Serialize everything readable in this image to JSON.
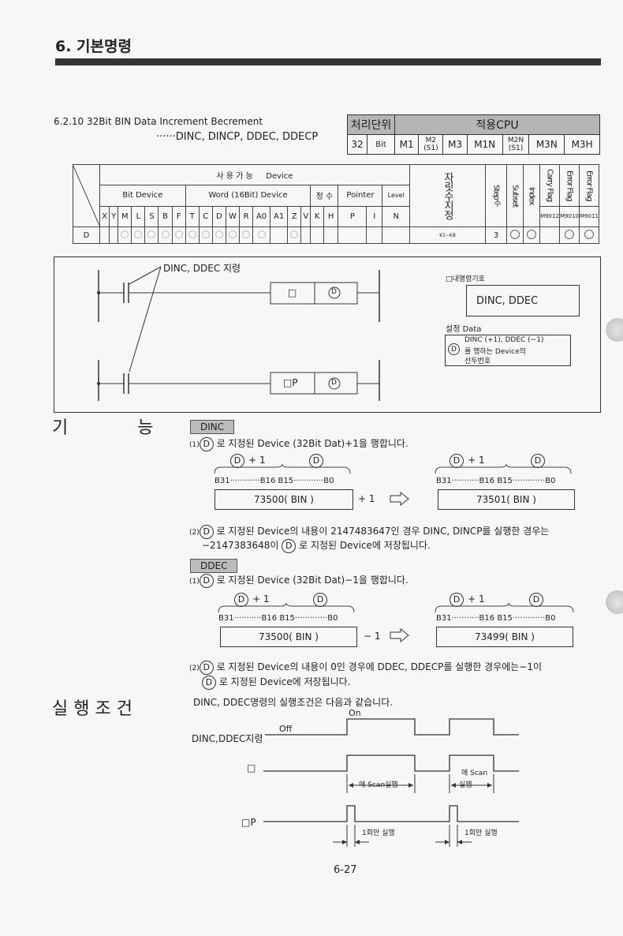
{
  "header": {
    "title": "6. 기본명령"
  },
  "section": {
    "number": "6.2.10",
    "title": "32Bit BIN Data Increment Becrement",
    "subtitle": "······DINC, DINCP, DDEC, DDECP"
  },
  "cpu_table": {
    "unit_label": "처리단위",
    "cpu_label": "적용CPU",
    "unit": "32",
    "bit": "Bit",
    "cpus": [
      "M1",
      "M2\n(S1)",
      "M3",
      "M1N",
      "M2N\n(S1)",
      "M3N",
      "M3H"
    ]
  },
  "device_table": {
    "heading": "사 용 가 능 　 Device",
    "bit_device": "Bit Device",
    "word_device": "Word (16Bit) Device",
    "const": "정 수",
    "pointer": "Pointer",
    "level": "Level",
    "digit": "자릿수지정",
    "steps": "Step수",
    "subset": "Subset",
    "index": "Index",
    "carry": "Carry Flag",
    "error": "Error Flag",
    "cols": [
      "X",
      "Y",
      "M",
      "L",
      "S",
      "B",
      "F",
      "T",
      "C",
      "D",
      "W",
      "R",
      "A0",
      "A1",
      "Z",
      "V",
      "K",
      "H",
      "P",
      "I",
      "N"
    ],
    "m_codes": [
      "M9012",
      "M9010",
      "M9011"
    ],
    "row_label": "D",
    "kn": "K1~K8",
    "step_val": "3"
  },
  "ladder": {
    "callout": "DINC, DDEC 지령",
    "box1": "□",
    "box2": "D",
    "box3": "□P",
    "symbol_label": "□내명령기호",
    "symbol": "DINC, DDEC",
    "setting_label": "설정 Data",
    "setting_line1": "DINC (+1),  DDEC (−1)",
    "setting_line2": "를 행하는  Device의",
    "setting_line3": "선두번호"
  },
  "func": {
    "label": "기　　　　능",
    "dinc_tab": "DINC",
    "dinc_1": "로 지정된  Device  (32Bit Dat)+1을 행합니다.",
    "d_plus1": "+ 1",
    "b31": "B31············B16 B15············B0",
    "b31b": "B31···········B16 B15·············B0",
    "val_before": "73500( BIN )",
    "op_plus": "+ 1",
    "val_after": "73501( BIN )",
    "dinc_2a": "로 지정된  Device의 내용이 2147483647인 경우 DINC, DINCP를 실행한 경우는",
    "dinc_2b": "−2147383648이",
    "dinc_2c": "로 지정된  Device에 저장됩니다.",
    "ddec_tab": "DDEC",
    "ddec_1": "로 지정된  Device  (32Bit Dat)−1을 행합니다.",
    "ddec_before": "73500( BIN )",
    "op_minus": "− 1",
    "ddec_after": "73499( BIN )",
    "ddec_2a": "로 지정된  Device의 내용이 0인 경우에 DDEC, DDECP를 실행한 경우에는−1이",
    "ddec_2b": "로 지정된  Device에 저장됩니다.",
    "n1": "(1)",
    "n2": "(2)",
    "dsym": "D"
  },
  "exec": {
    "label": "실 행 조 건",
    "desc": "DINC, DDEC명령의 실행조건은 다음과 같습니다.",
    "on": "On",
    "off": "Off",
    "sig1": "DINC,DDEC지령",
    "sig2": "□",
    "sig3": "□P",
    "scan_each": "매 Scan실행",
    "scan_each2a": "매 Scan",
    "scan_each2b": "실행",
    "once": "1회만 실행",
    "once2": "1회만 실행"
  },
  "footer": {
    "page": "6-27"
  }
}
